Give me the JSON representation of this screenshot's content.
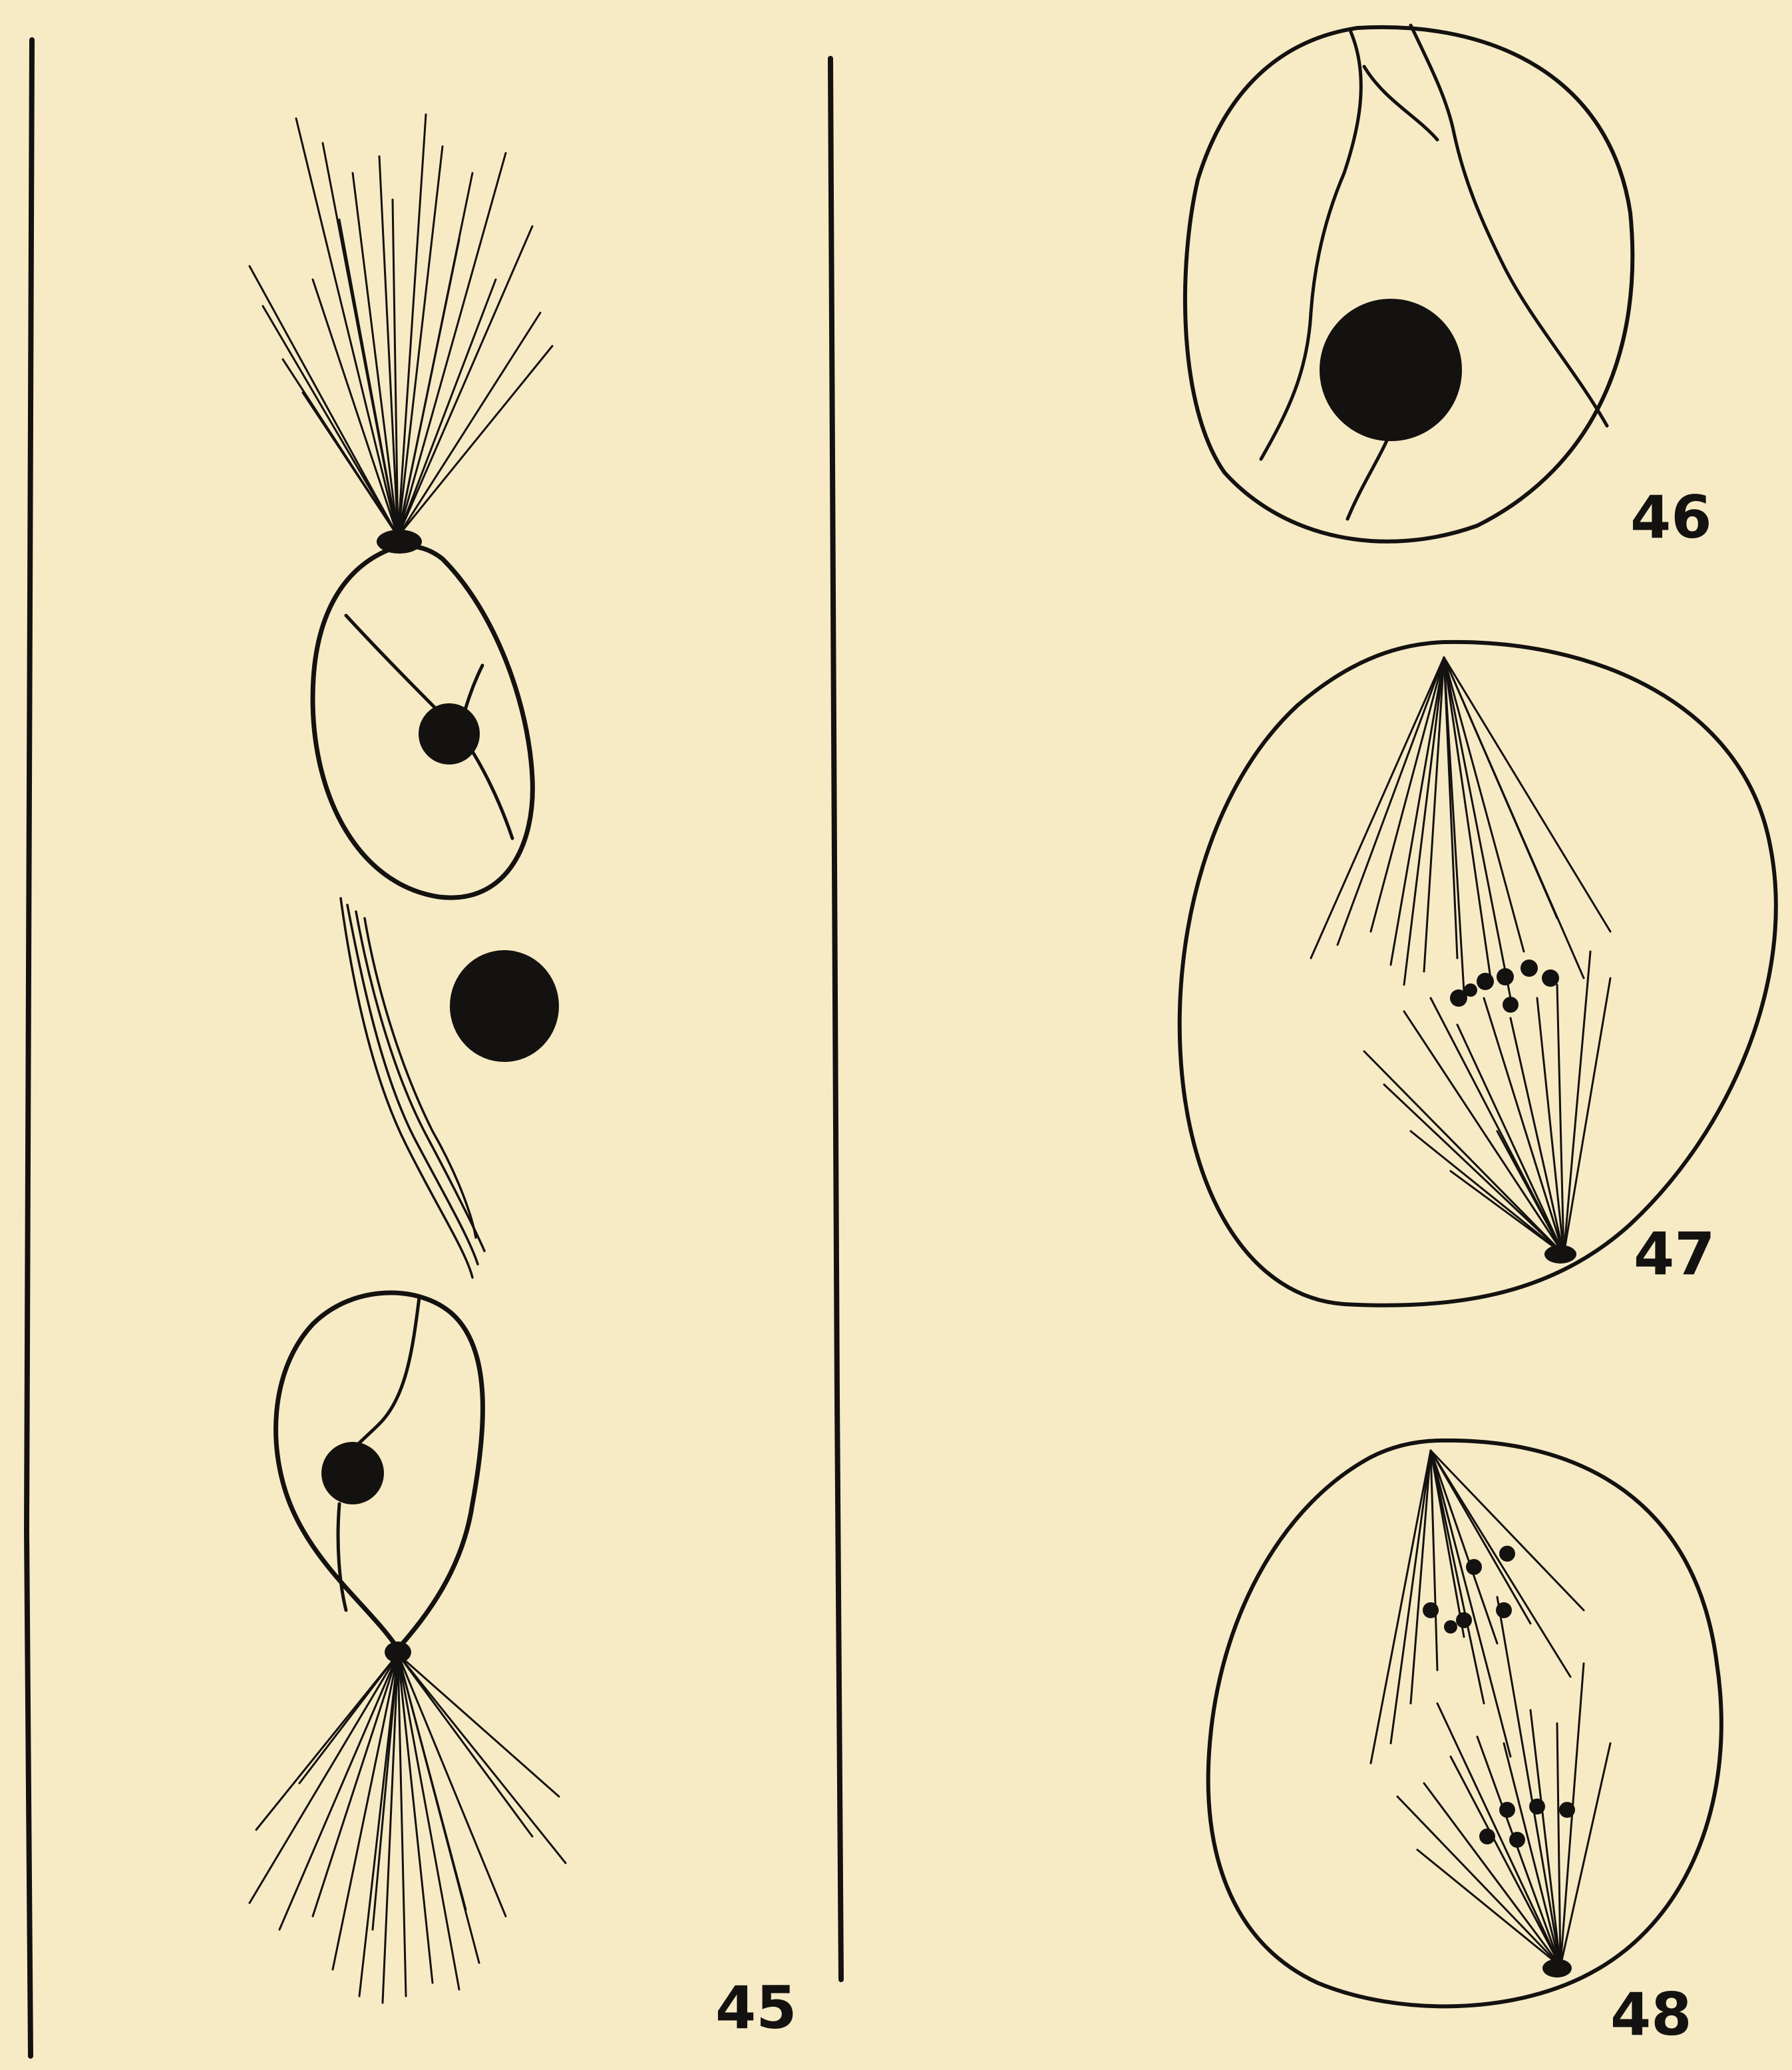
{
  "plate": {
    "background": "#f7ebc6",
    "ink": "#141210",
    "figures": [
      {
        "id": "fig45",
        "label": "45"
      },
      {
        "id": "fig46",
        "label": "46"
      },
      {
        "id": "fig47",
        "label": "47"
      },
      {
        "id": "fig48",
        "label": "48"
      }
    ]
  }
}
